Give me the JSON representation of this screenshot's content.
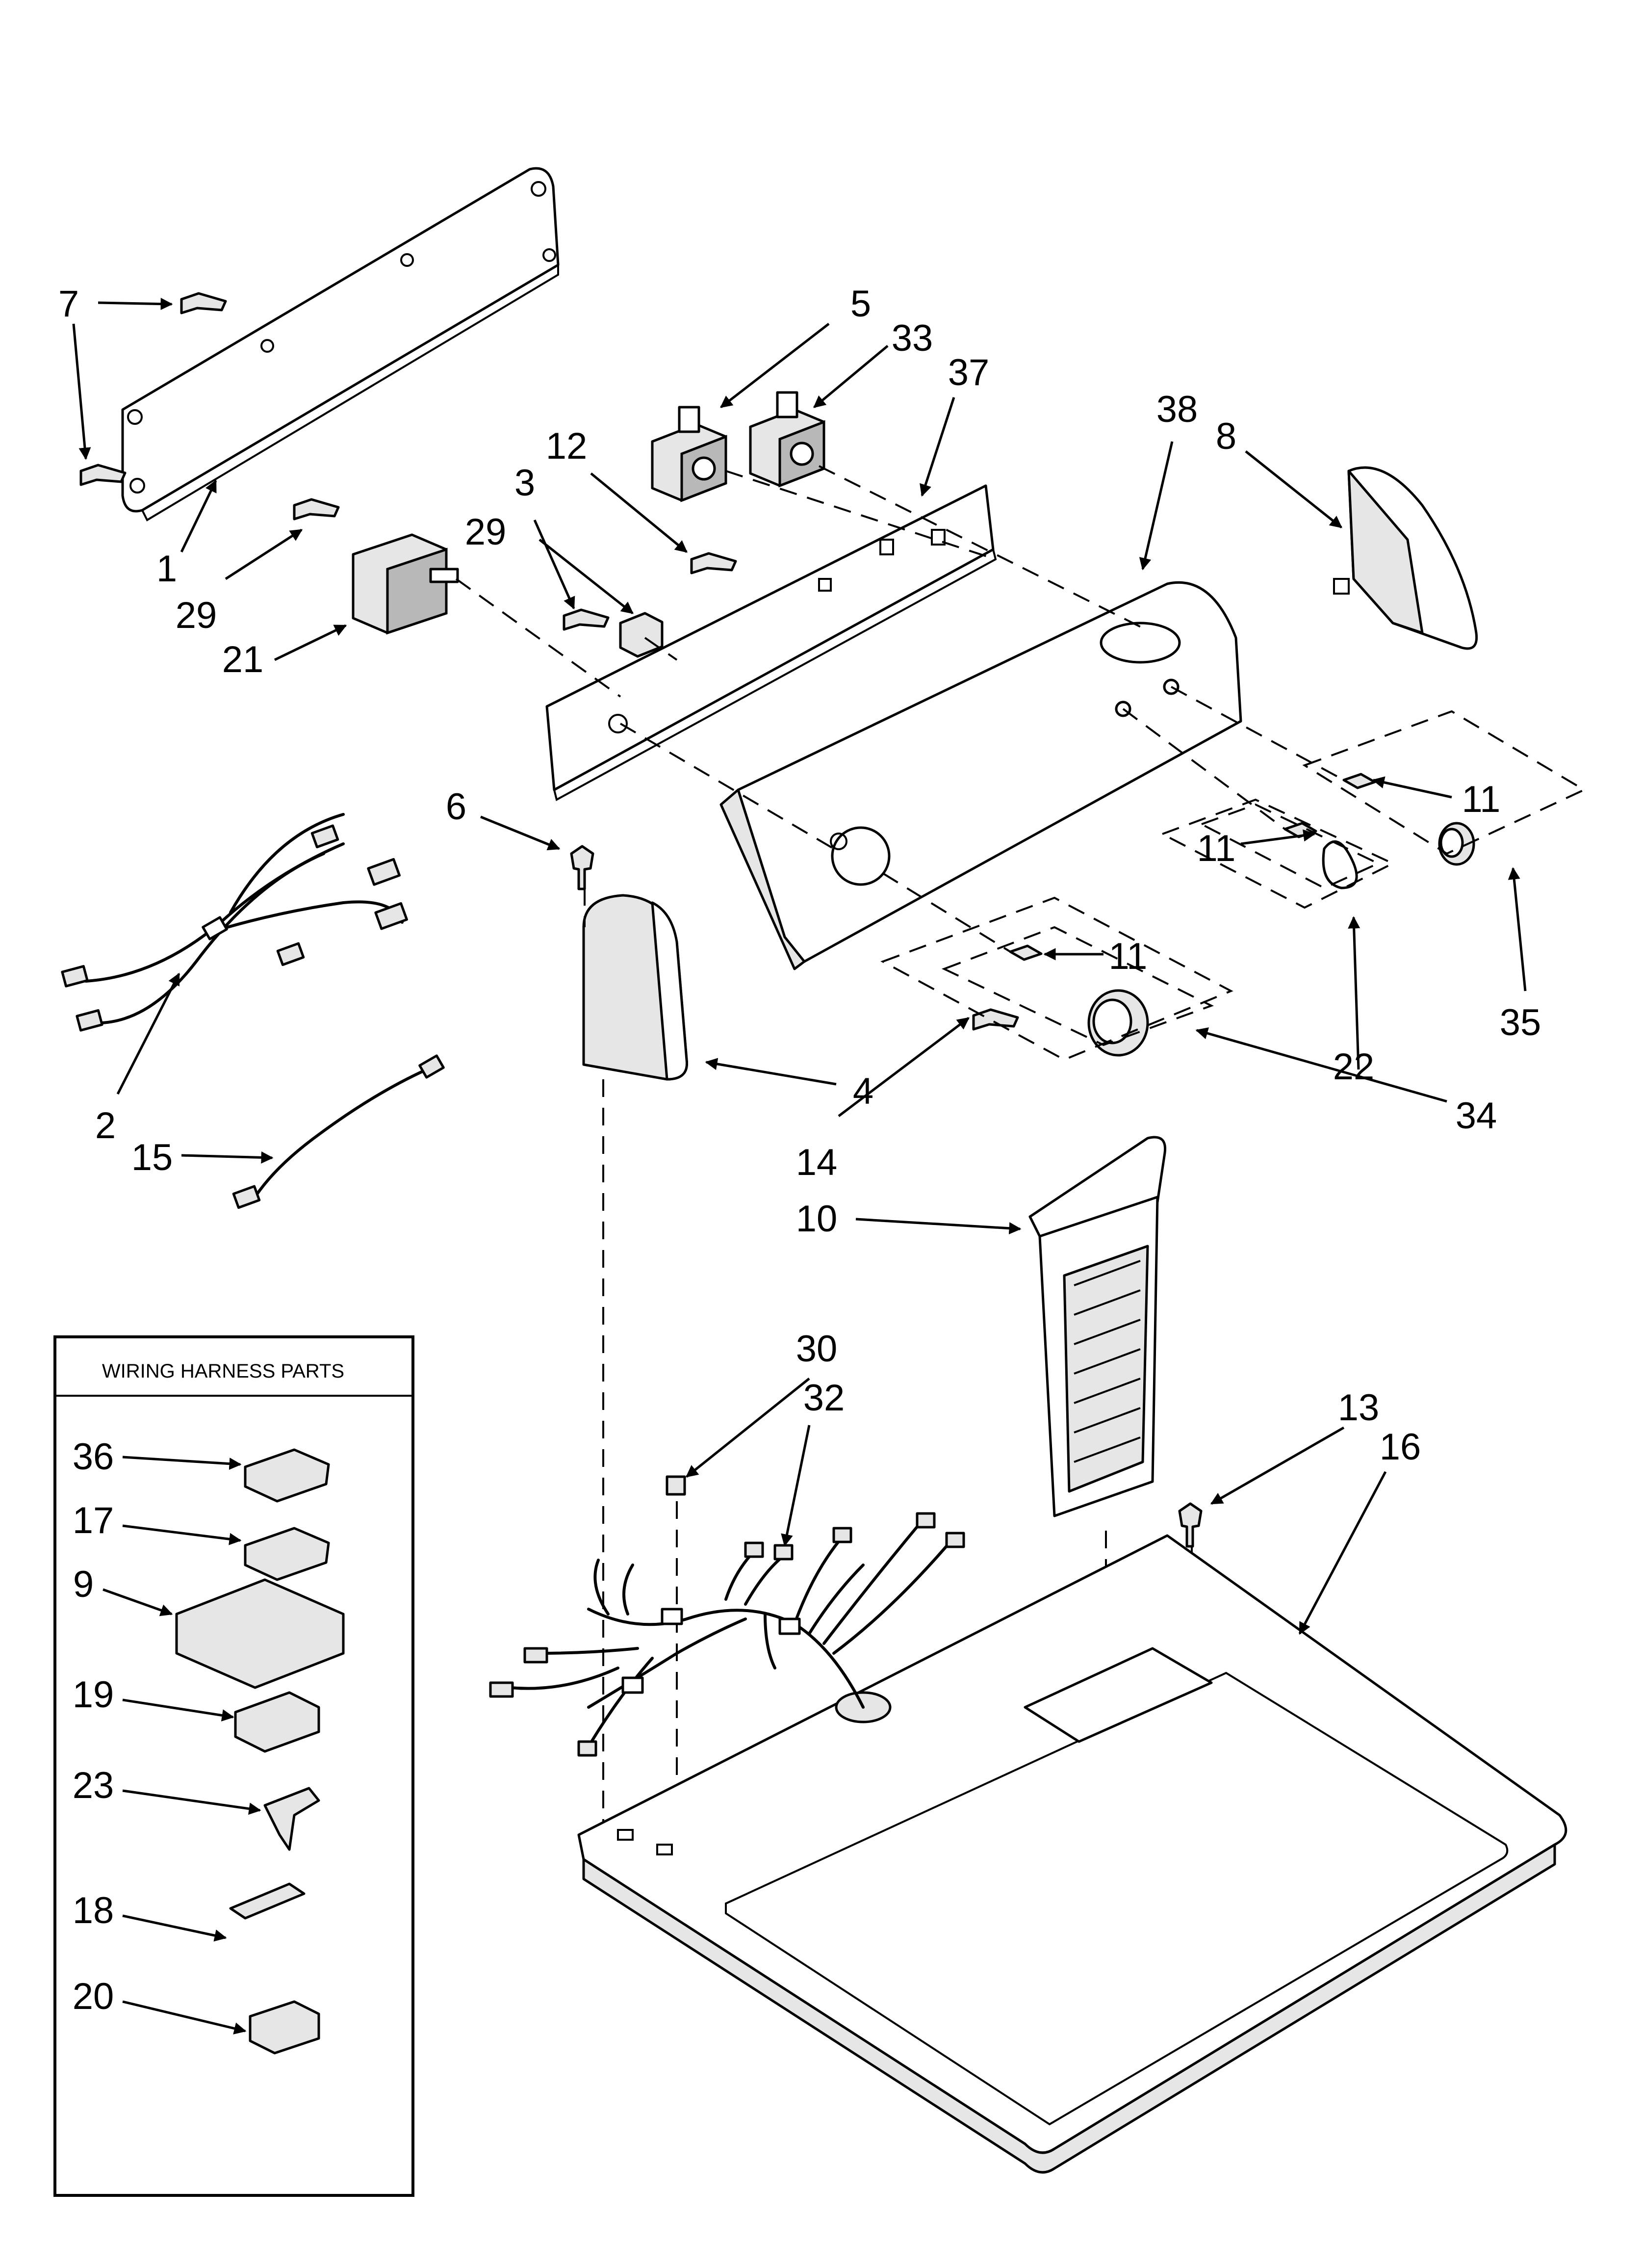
{
  "inset": {
    "title": "WIRING HARNESS PARTS"
  },
  "labels": {
    "p1": "1",
    "p2": "2",
    "p3": "3",
    "p4": "4",
    "p5": "5",
    "p6": "6",
    "p7a": "7",
    "p8": "8",
    "p9": "9",
    "p10": "10",
    "p11a": "11",
    "p11b": "11",
    "p11c": "11",
    "p12": "12",
    "p13": "13",
    "p14": "14",
    "p15": "15",
    "p16": "16",
    "p17": "17",
    "p18": "18",
    "p19": "19",
    "p20": "20",
    "p21": "21",
    "p22": "22",
    "p23": "23",
    "p29a": "29",
    "p29b": "29",
    "p30": "30",
    "p32": "32",
    "p33": "33",
    "p34": "34",
    "p35": "35",
    "p36": "36",
    "p37": "37",
    "p38": "38"
  }
}
